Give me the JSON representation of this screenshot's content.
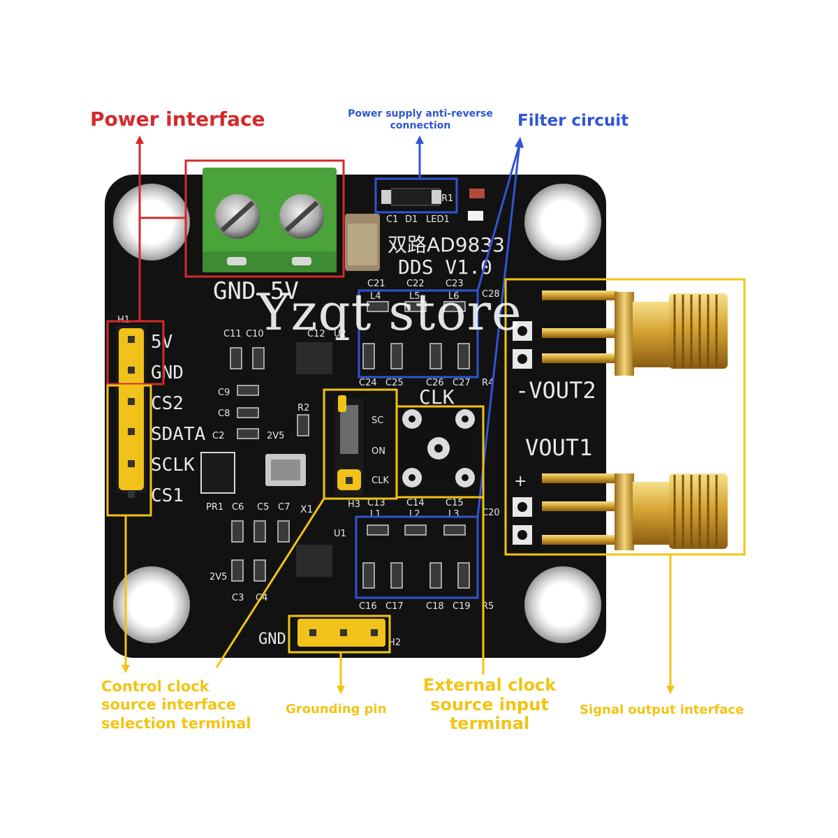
{
  "colors": {
    "red": "#d42a2a",
    "blue": "#2f55d4",
    "yellow": "#f2c413",
    "board": "#121212",
    "silkscreen": "#e8e8e8"
  },
  "watermark": "Yzqt store",
  "labels": {
    "power_interface": "Power interface",
    "anti_reverse": "Power supply anti-reverse connection",
    "filter_circuit": "Filter circuit",
    "control_clock": "Control clock source interface selection terminal",
    "grounding_pin": "Grounding pin",
    "external_clock": "External clock source input terminal",
    "signal_output": "Signal output interface"
  },
  "silkscreen": {
    "title_cn": "双路AD9833",
    "title_dds": "DDS V1.0",
    "gnd_5v": "GND 5V",
    "h1": "H1",
    "h2": "H2",
    "h3": "H3",
    "pin_5v": "5V",
    "pin_gnd": "GND",
    "pin_cs2": "CS2",
    "pin_sdata": "SDATA",
    "pin_sclk": "SCLK",
    "pin_cs1": "CS1",
    "vout2": "-VOUT2",
    "vout1": "VOUT1",
    "plus": "+",
    "clk": "CLK",
    "gnd_bottom": "GND",
    "sc": "SC",
    "on": "ON",
    "clk_small": "CLK",
    "c1": "C1",
    "d1": "D1",
    "led1": "LED1",
    "r1": "R1",
    "r2": "R2",
    "r4": "R4",
    "r5": "R5",
    "u1": "U1",
    "u2": "U2",
    "x1": "X1",
    "pr1": "PR1",
    "v25": "2V5",
    "c21": "C21",
    "c22": "C22",
    "c23": "C23",
    "c28": "C28",
    "c24": "C24",
    "c25": "C25",
    "c26": "C26",
    "c27": "C27",
    "c13": "C13",
    "c14": "C14",
    "c15": "C15",
    "c20": "C20",
    "c16": "C16",
    "c17": "C17",
    "c18": "C18",
    "c19": "C19",
    "c11": "C11",
    "c10": "C10",
    "c12": "C12",
    "c9": "C9",
    "c8": "C8",
    "c2": "C2",
    "c6": "C6",
    "c5": "C5",
    "c7": "C7",
    "c3": "C3",
    "c4": "C4",
    "l1": "L1",
    "l2": "L2",
    "l3": "L3",
    "l4": "L4",
    "l5": "L5",
    "l6": "L6"
  }
}
